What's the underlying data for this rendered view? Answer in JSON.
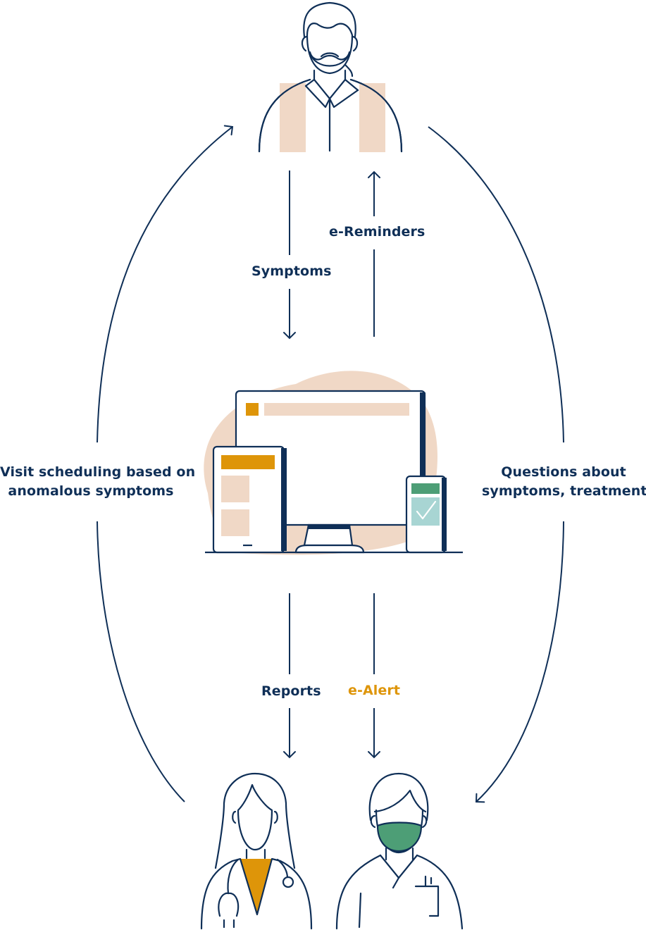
{
  "labels": {
    "symptoms": "Symptoms",
    "e_reminders": "e-Reminders",
    "reports": "Reports",
    "e_alert": "e-Alert",
    "left_line1": "Visit scheduling based on",
    "left_line2": "anomalous symptoms",
    "right_line1": "Questions about",
    "right_line2": "symptoms, treatments"
  },
  "colors": {
    "navy": "#0f2f57",
    "orange": "#de9509",
    "peach": "#f0d8c6",
    "green": "#4d9e76",
    "teal_light": "#a8d5d3"
  },
  "icons": [
    "patient-icon",
    "devices-icon",
    "doctor-female-icon",
    "nurse-icon"
  ]
}
